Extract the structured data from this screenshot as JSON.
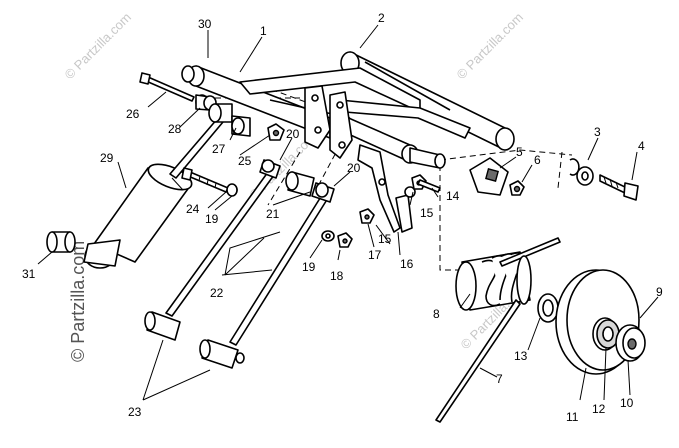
{
  "watermarks": [
    "© Partzilla.com",
    "© Partzilla.com",
    "© Partzilla.com",
    "© Partzilla.com",
    "© Partzilla.com"
  ],
  "callouts": {
    "c1": "1",
    "c2": "2",
    "c3": "3",
    "c4": "4",
    "c5": "5",
    "c6": "6",
    "c7": "7",
    "c8": "8",
    "c9": "9",
    "c10": "10",
    "c11": "11",
    "c12": "12",
    "c13": "13",
    "c14": "14",
    "c15a": "15",
    "c15b": "15",
    "c16": "16",
    "c17": "17",
    "c18": "18",
    "c19a": "19",
    "c19b": "19",
    "c20a": "20",
    "c20b": "20",
    "c21": "21",
    "c22": "22",
    "c23": "23",
    "c24": "24",
    "c25": "25",
    "c26": "26",
    "c27": "27",
    "c28": "28",
    "c29": "29",
    "c30": "30",
    "c31": "31"
  }
}
